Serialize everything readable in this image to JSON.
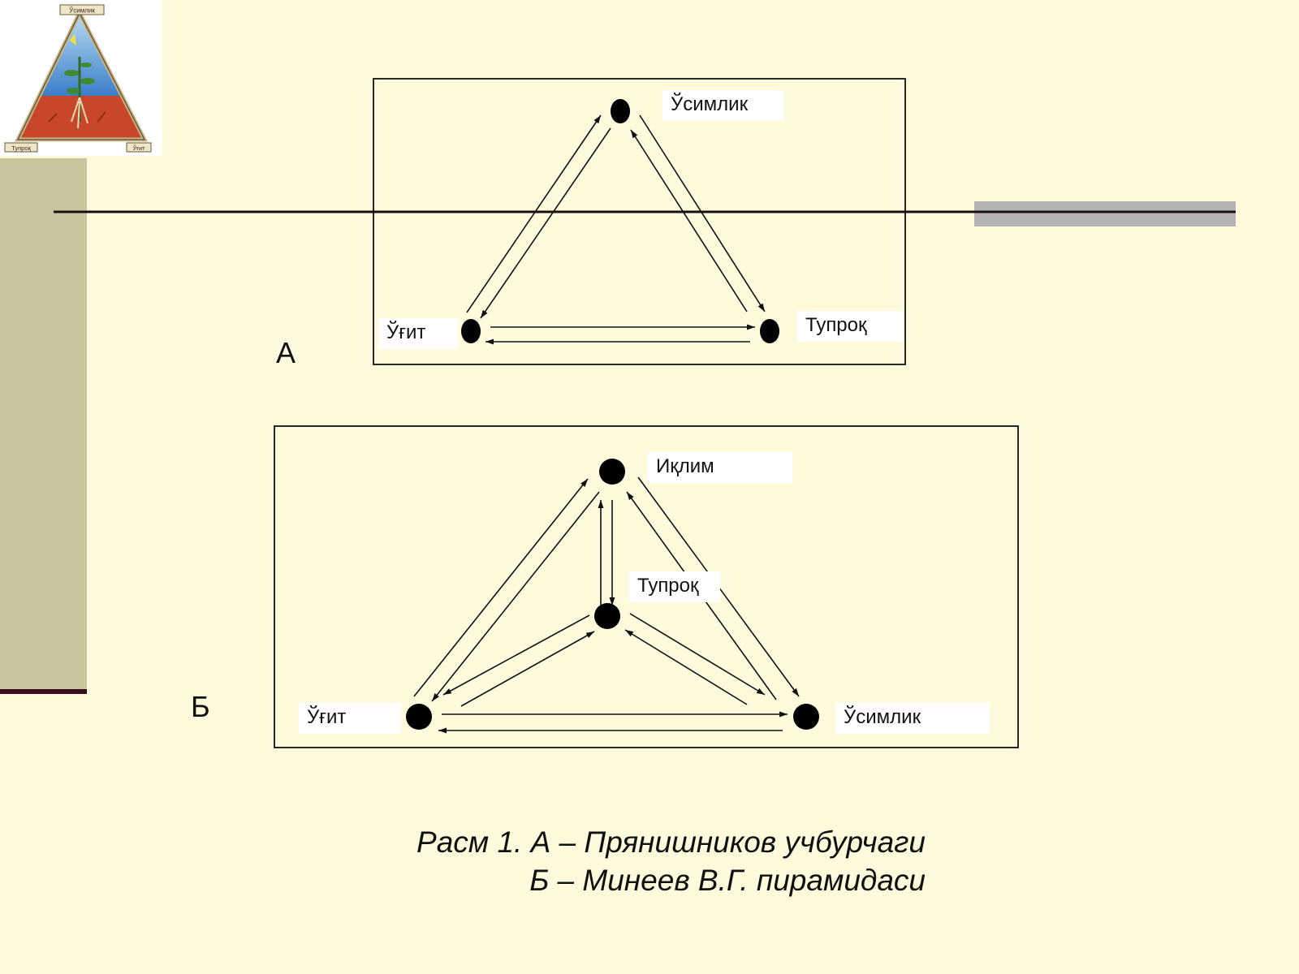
{
  "logo": {
    "top_label": "Ўсимлик",
    "left_label": "Тупроқ",
    "right_label": "Ўғит"
  },
  "diagram_a": {
    "letter": "А",
    "nodes": {
      "top": "Ўсимлик",
      "left": "Ўғит",
      "right": "Тупроқ"
    }
  },
  "diagram_b": {
    "letter": "Б",
    "nodes": {
      "top": "Иқлим",
      "center": "Тупроқ",
      "left": "Ўғит",
      "right": "Ўсимлик"
    }
  },
  "caption": {
    "line1": "Расм 1. А – Прянишников учбурчаги",
    "line2": "Б – Минеев В.Г. пирамидаси"
  },
  "colors": {
    "background": "#fdfbdc",
    "side_bar": "#c9c59f",
    "accent_dark": "#3a0f1c",
    "grey_band": "#b5b2b4"
  }
}
